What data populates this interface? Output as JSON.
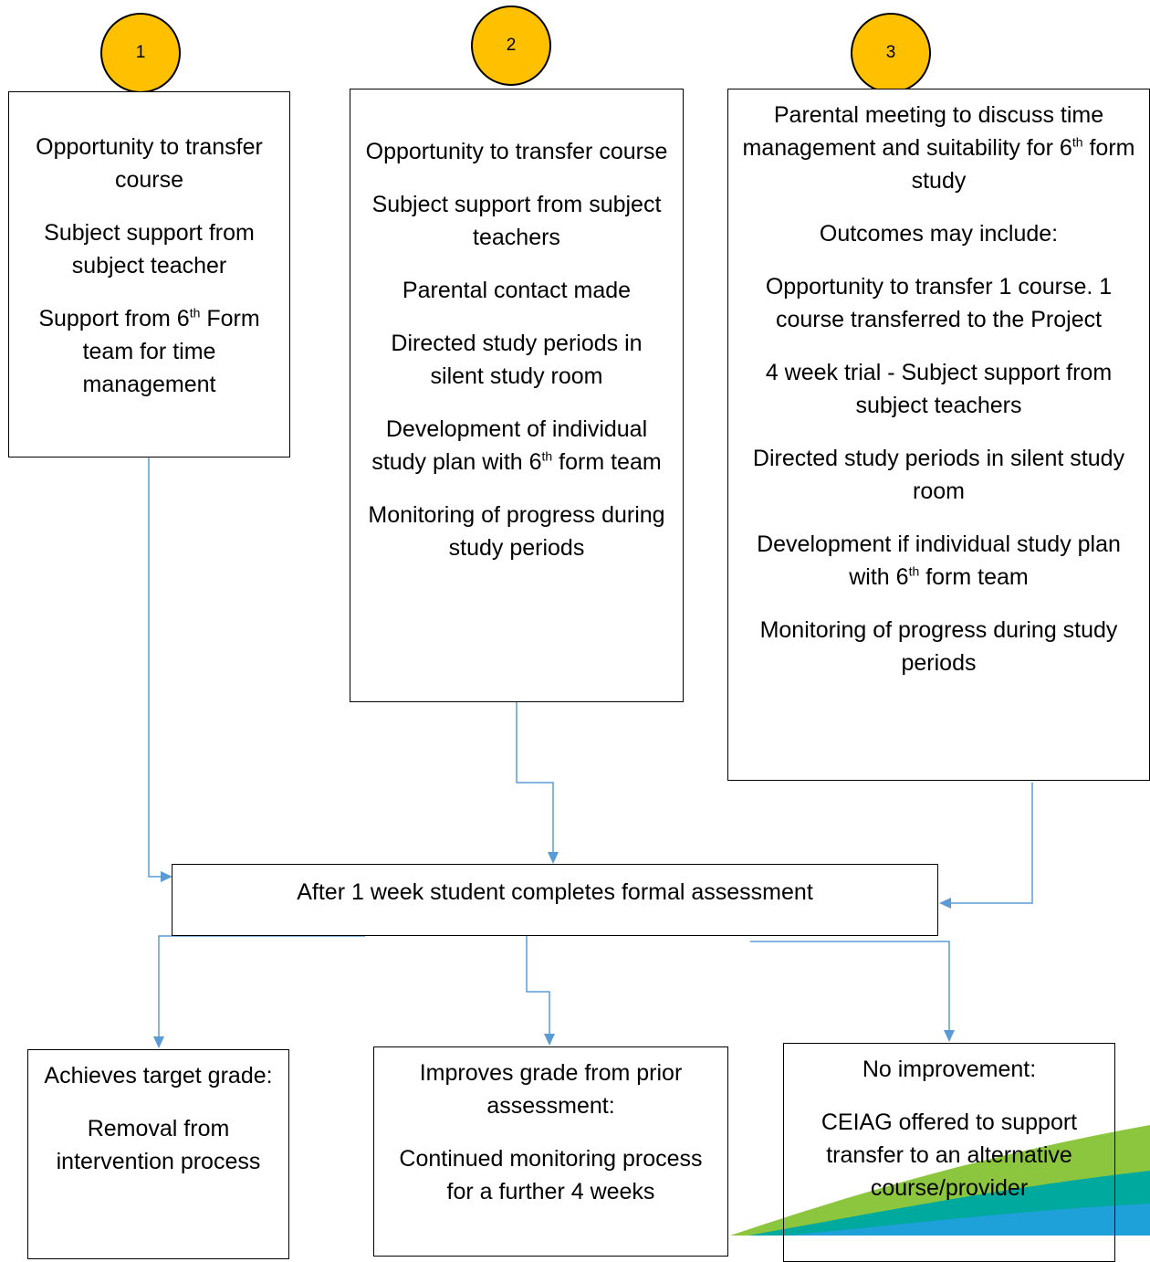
{
  "colors": {
    "badge_fill": "#FFC000",
    "connector": "#5B9BD5",
    "box_border": "#000000"
  },
  "badges": [
    "1",
    "2",
    "3"
  ],
  "stage1": {
    "line1": "Opportunity to transfer course",
    "line2": "Subject support from subject teacher",
    "line3_pre": "Support from 6",
    "line3_sup": "th",
    "line3_post": " Form team for time management"
  },
  "stage2": {
    "line1": "Opportunity to transfer course",
    "line2": "Subject support from subject teachers",
    "line3": "Parental contact made",
    "line4": "Directed study periods in silent study room",
    "line5_pre": "Development of individual study plan with 6",
    "line5_sup": "th",
    "line5_post": " form team",
    "line6": "Monitoring of progress during study periods"
  },
  "stage3": {
    "line1_pre": "Parental meeting to discuss time management and suitability for 6",
    "line1_sup": "th",
    "line1_post": " form study",
    "line2": "Outcomes may include:",
    "line3": "Opportunity to transfer 1 course. 1 course transferred to the Project",
    "line4": "4 week trial - Subject support from subject teachers",
    "line5": "Directed study periods in silent study room",
    "line6_pre": "Development if individual study plan with 6",
    "line6_sup": "th",
    "line6_post": " form team",
    "line7": "Monitoring of progress during study periods"
  },
  "assessment": "After 1 week student completes formal assessment",
  "outcome1": {
    "line1": "Achieves target grade:",
    "line2": "Removal from intervention process"
  },
  "outcome2": {
    "line1": "Improves grade from prior assessment:",
    "line2": "Continued monitoring process for a further 4 weeks"
  },
  "outcome3": {
    "line1": "No improvement:",
    "line2": "CEIAG offered to support transfer to an alternative course/provider"
  }
}
